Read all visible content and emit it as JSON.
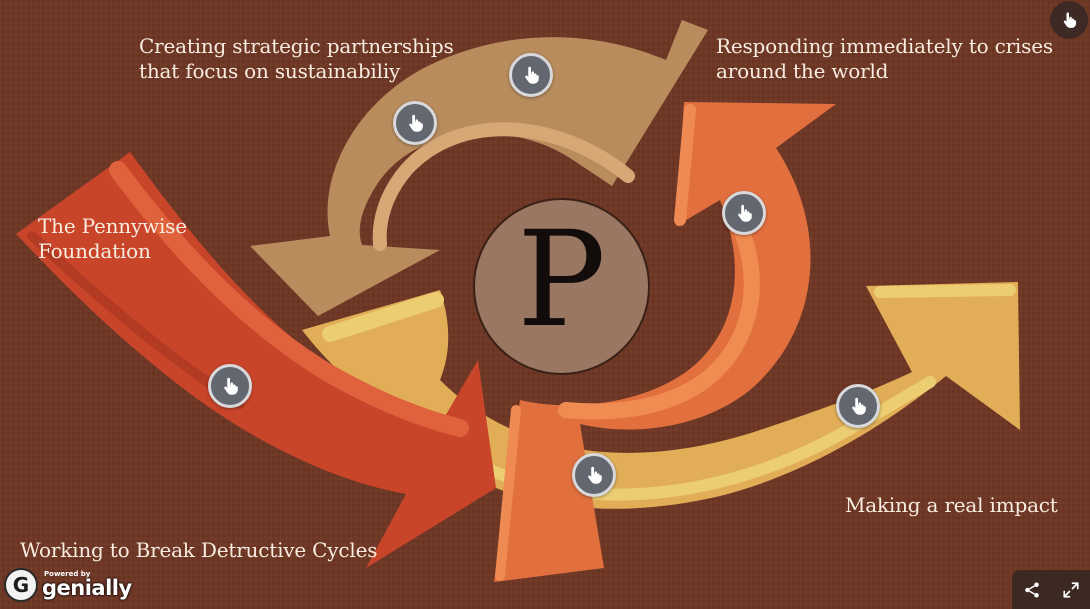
{
  "labels": {
    "partnerships": [
      "Creating strategic partnerships",
      "that focus on sustainabiliy"
    ],
    "crises": [
      "Responding immediately to crises",
      "around the world"
    ],
    "foundation": [
      "The Pennywise",
      "Foundation"
    ],
    "impact": "Making a real impact",
    "cycles": "Working to Break Detructive Cycles"
  },
  "center_letter": "P",
  "branding": {
    "powered_by": "Powered by",
    "name": "genially"
  },
  "colors": {
    "background": "#6e3624",
    "arrow_tan": "#b88c5d",
    "arrow_red": "#c9452a",
    "arrow_orange": "#e2703e",
    "arrow_yellow": "#e1ad57",
    "hotspot": "#626770"
  },
  "icons": {
    "hotspot": "hand-pointer-icon",
    "share": "share-icon",
    "fullscreen": "fullscreen-icon"
  }
}
